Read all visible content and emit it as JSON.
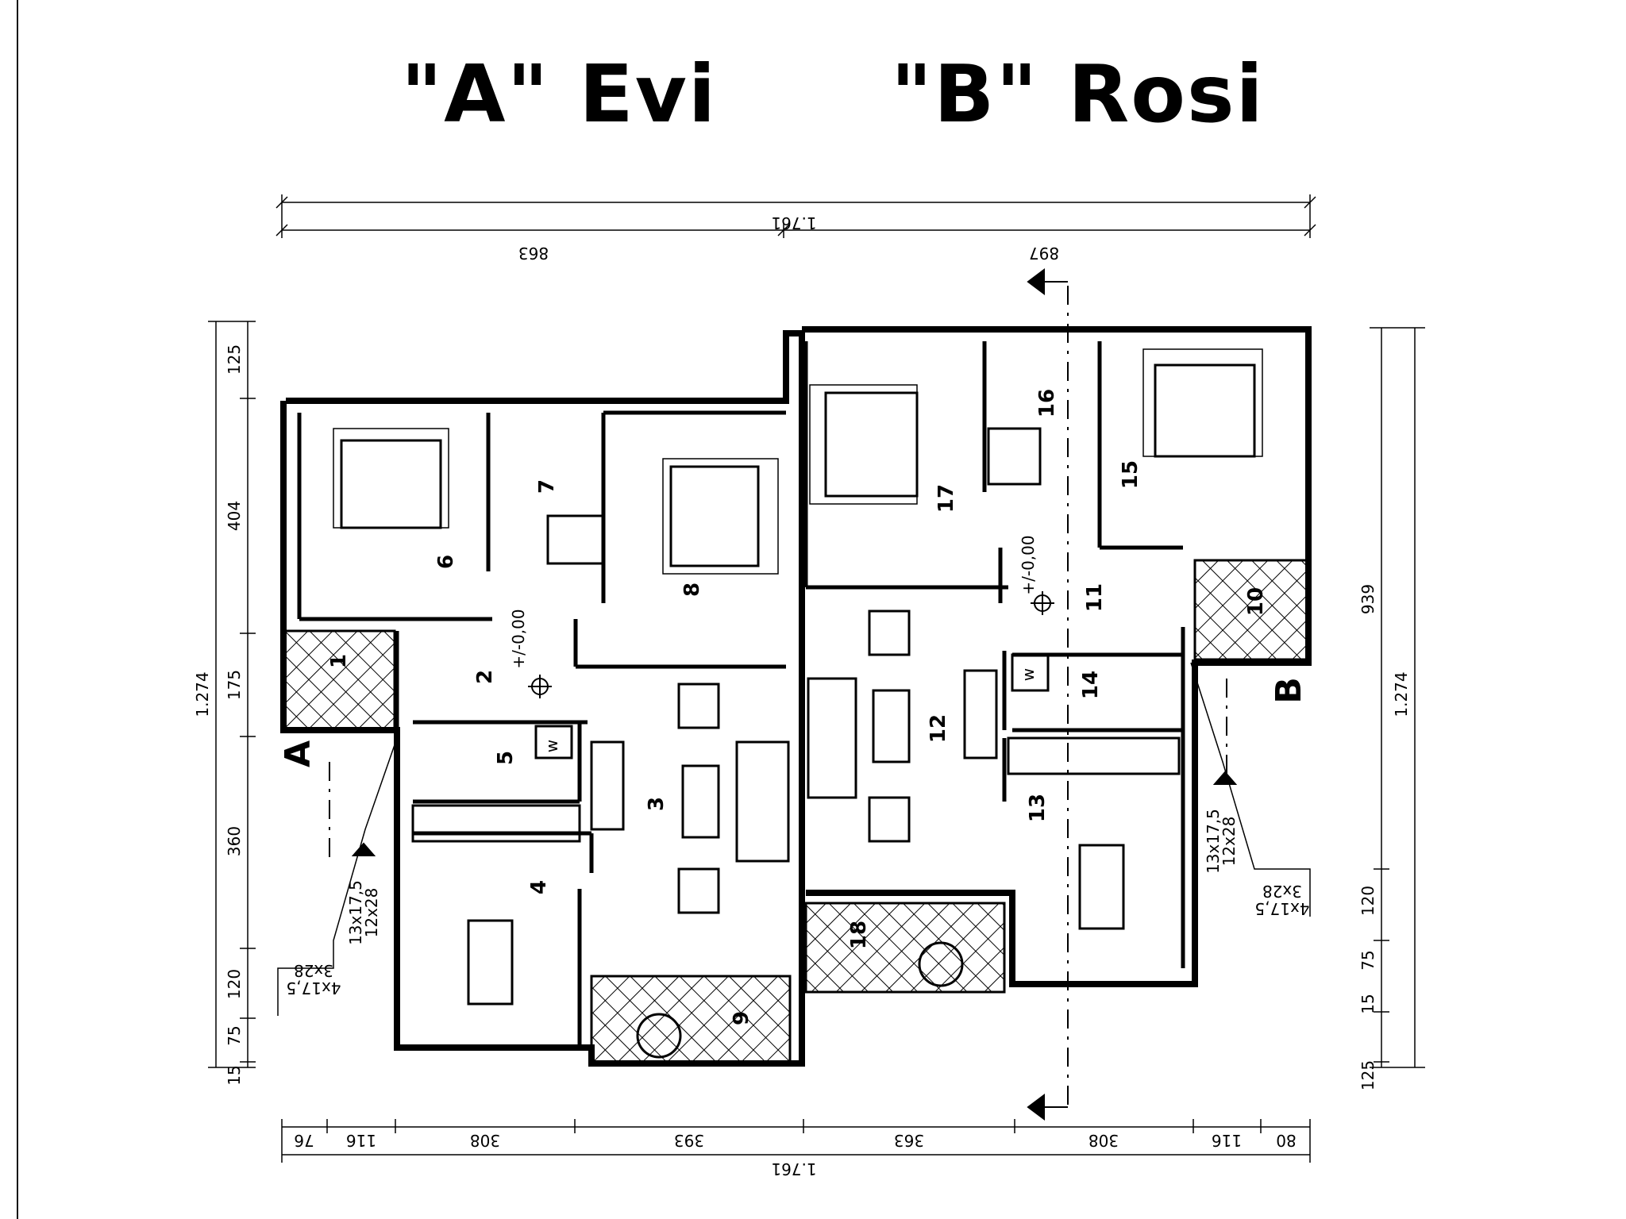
{
  "titles": {
    "a": "\"A\" Evi",
    "b": "\"B\" Rosi"
  },
  "dimensions": {
    "top_total": "1.761",
    "top_left": "863",
    "top_right": "897",
    "bottom_total": "1.761",
    "bottom_segments": [
      "76",
      "116",
      "308",
      "393",
      "363",
      "308",
      "116",
      "80"
    ],
    "left_total": "1.274",
    "left_segments": [
      "125",
      "404",
      "175",
      "360",
      "120",
      "75",
      "15"
    ],
    "right_total": "1.274",
    "right_939": "939",
    "right_segments": [
      "120",
      "75",
      "15",
      "125"
    ]
  },
  "rooms": [
    "1",
    "2",
    "3",
    "4",
    "5",
    "6",
    "7",
    "8",
    "9",
    "10",
    "11",
    "12",
    "13",
    "14",
    "15",
    "16",
    "17",
    "18"
  ],
  "level_left": "+/-0,00",
  "level_right": "+/-0,00",
  "section_a": "A",
  "section_b": "B",
  "stairs": {
    "left_main": "13x17,5",
    "left_main2": "12x28",
    "left_small": "4x17,5",
    "left_small2": "3x28",
    "right_main": "13x17,5",
    "right_main2": "12x28",
    "right_small": "4x17,5",
    "right_small2": "3x28"
  },
  "fixtures": {
    "washer": "w"
  }
}
